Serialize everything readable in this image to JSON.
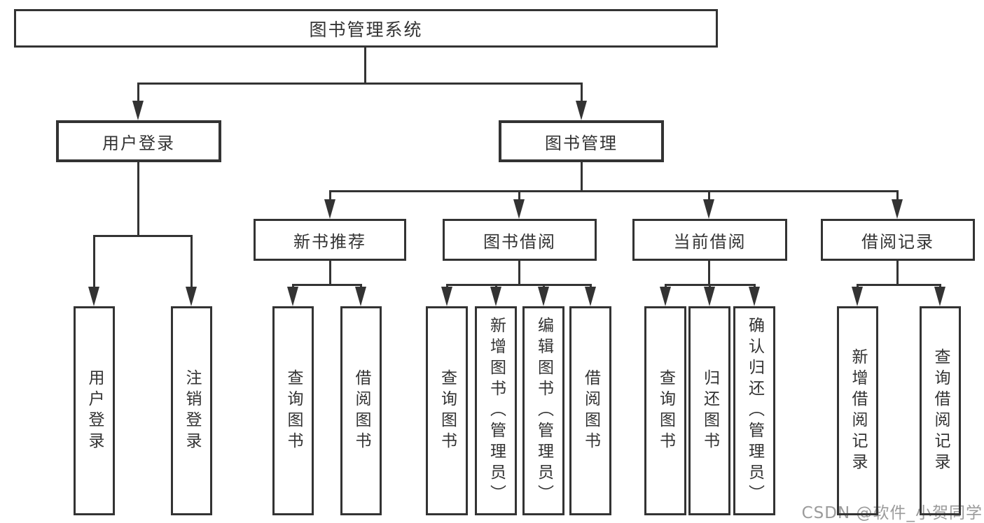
{
  "diagram": {
    "root": {
      "label": "图书管理系统"
    },
    "branches": [
      {
        "label": "用户登录",
        "children": [
          {
            "label": "用户登录"
          },
          {
            "label": "注销登录"
          }
        ]
      },
      {
        "label": "图书管理",
        "sections": [
          {
            "label": "新书推荐",
            "children": [
              {
                "label": "查询图书"
              },
              {
                "label": "借阅图书"
              }
            ]
          },
          {
            "label": "图书借阅",
            "children": [
              {
                "label": "查询图书"
              },
              {
                "label": "新增图书（管理员）"
              },
              {
                "label": "编辑图书（管理员）"
              },
              {
                "label": "借阅图书"
              }
            ]
          },
          {
            "label": "当前借阅",
            "children": [
              {
                "label": "查询图书"
              },
              {
                "label": "归还图书"
              },
              {
                "label": "确认归还（管理员）"
              }
            ]
          },
          {
            "label": "借阅记录",
            "children": [
              {
                "label": "新增借阅记录"
              },
              {
                "label": "查询借阅记录"
              }
            ]
          }
        ]
      }
    ]
  },
  "watermark": {
    "text": "CSDN @软件_小贺同学"
  },
  "colors": {
    "line": "#333333",
    "text": "#333333",
    "watermark": "#9b9b9b",
    "background": "#ffffff"
  }
}
